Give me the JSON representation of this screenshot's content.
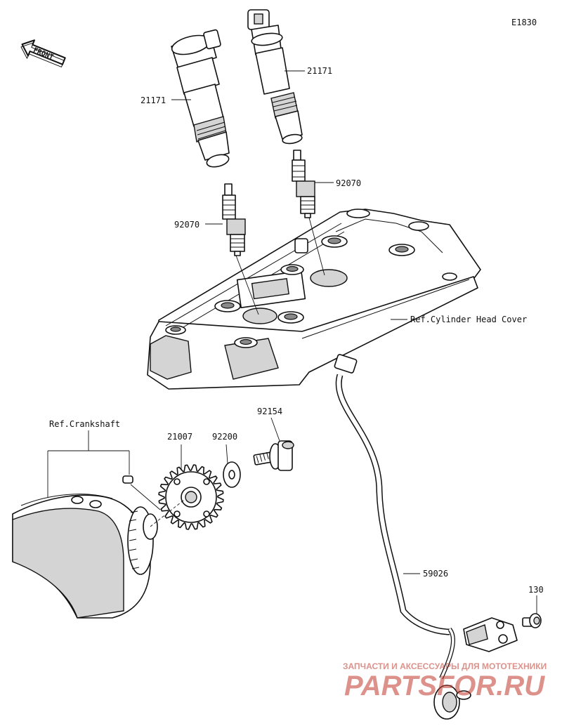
{
  "diagram_code": "E1830",
  "front_label": "FRONT",
  "labels": {
    "coil_left": "21171",
    "coil_right": "21171",
    "plug_left": "92070",
    "plug_right": "92070",
    "head_cover_ref": "Ref.Cylinder Head Cover",
    "crankshaft_ref": "Ref.Crankshaft",
    "rotor": "21007",
    "washer": "92200",
    "bolt_rotor": "92154",
    "harness": "59026",
    "bolt_sensor": "130"
  },
  "watermark": {
    "line1": "ЗАПЧАСТИ И АКСЕССУАРЫ ДЛЯ МОТОТЕХНИКИ",
    "line2": "PARTSFOR.RU",
    "color": "#c0392b"
  }
}
